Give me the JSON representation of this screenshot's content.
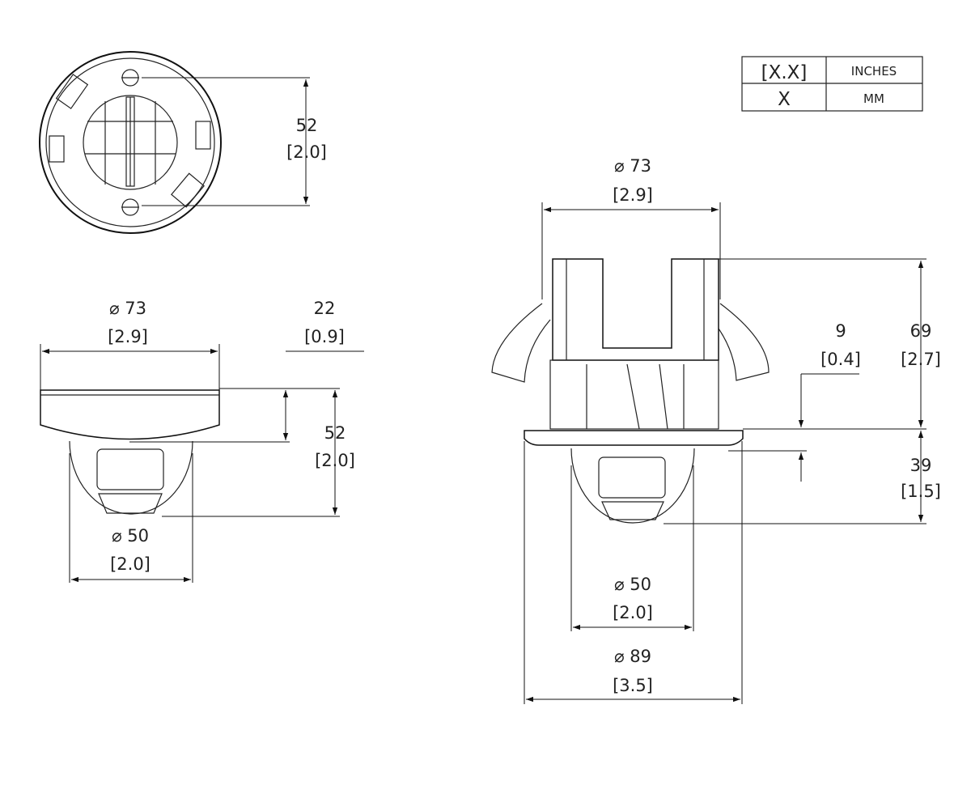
{
  "legend": {
    "row1_symbol": "[X.X]",
    "row1_unit": "INCHES",
    "row2_symbol": "X",
    "row2_unit": "MM"
  },
  "top_view": {
    "height_mm": "52",
    "height_in": "[2.0]"
  },
  "side_view": {
    "top_dia_mm": "⌀ 73",
    "top_dia_in": "[2.9]",
    "base_height_mm": "22",
    "base_height_in": "[0.9]",
    "total_height_mm": "52",
    "total_height_in": "[2.0]",
    "dome_dia_mm": "⌀ 50",
    "dome_dia_in": "[2.0]"
  },
  "flush_view": {
    "top_dia_mm": "⌀ 73",
    "top_dia_in": "[2.9]",
    "recess_height_mm": "69",
    "recess_height_in": "[2.7]",
    "flange_mm": "9",
    "flange_in": "[0.4]",
    "exposed_height_mm": "39",
    "exposed_height_in": "[1.5]",
    "dome_dia_mm": "⌀ 50",
    "dome_dia_in": "[2.0]",
    "flange_dia_mm": "⌀ 89",
    "flange_dia_in": "[3.5]"
  }
}
